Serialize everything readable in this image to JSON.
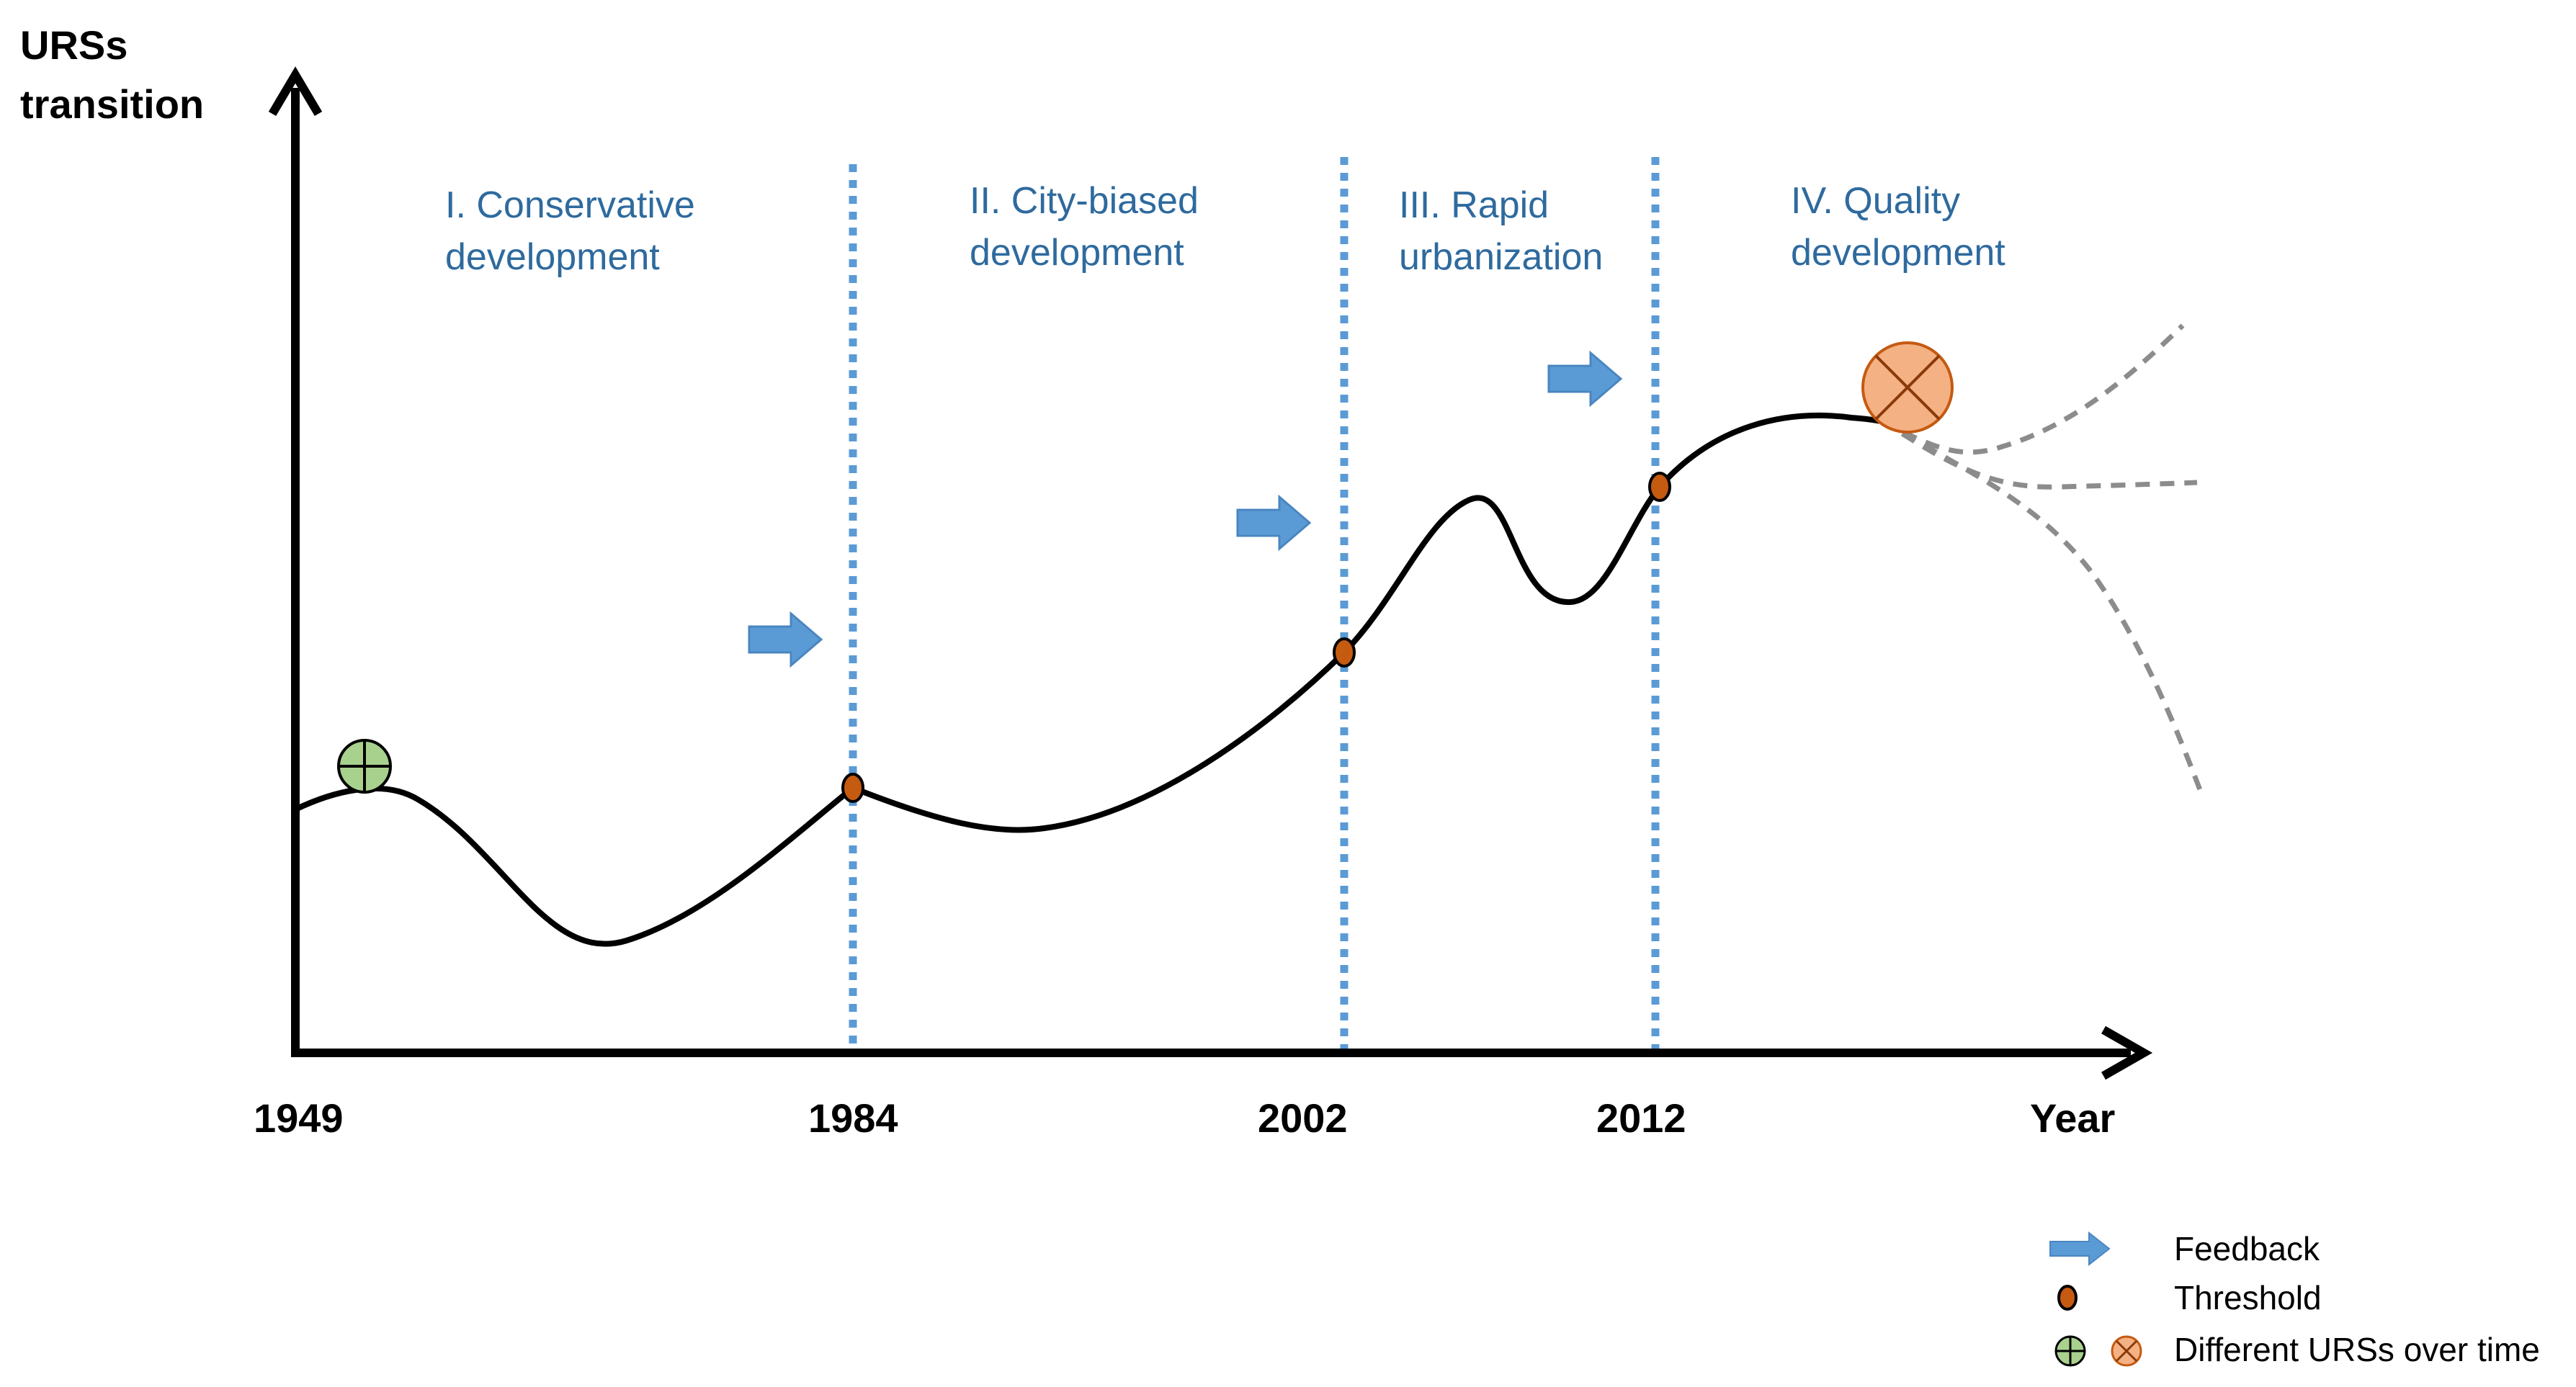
{
  "axes": {
    "y_title_line1": "URSs",
    "y_title_line2": "transition",
    "x_title": "Year",
    "ticks": [
      "1949",
      "1984",
      "2002",
      "2012"
    ]
  },
  "phases": [
    {
      "line1": "I. Conservative",
      "line2": "development"
    },
    {
      "line1": "II. City-biased",
      "line2": "development"
    },
    {
      "line1": "III. Rapid",
      "line2": "urbanization"
    },
    {
      "line1": "IV. Quality",
      "line2": "development"
    }
  ],
  "legend": {
    "feedback": "Feedback",
    "threshold": "Threshold",
    "urs": "Different URSs over time"
  },
  "colors": {
    "feedback_arrow": "#5b9bd5",
    "boundary_line": "#5b9bd5",
    "phase_text": "#2e6a9e",
    "threshold": "#c55a11",
    "urs_initial": "#a9d18e",
    "urs_future": "#f4b183",
    "future_paths": "#8c8c8c"
  },
  "icons": [
    "up-arrow-icon",
    "right-arrow-icon",
    "feedback-arrow-icon",
    "threshold-dot-icon",
    "circle-plus-icon",
    "circle-x-icon"
  ]
}
